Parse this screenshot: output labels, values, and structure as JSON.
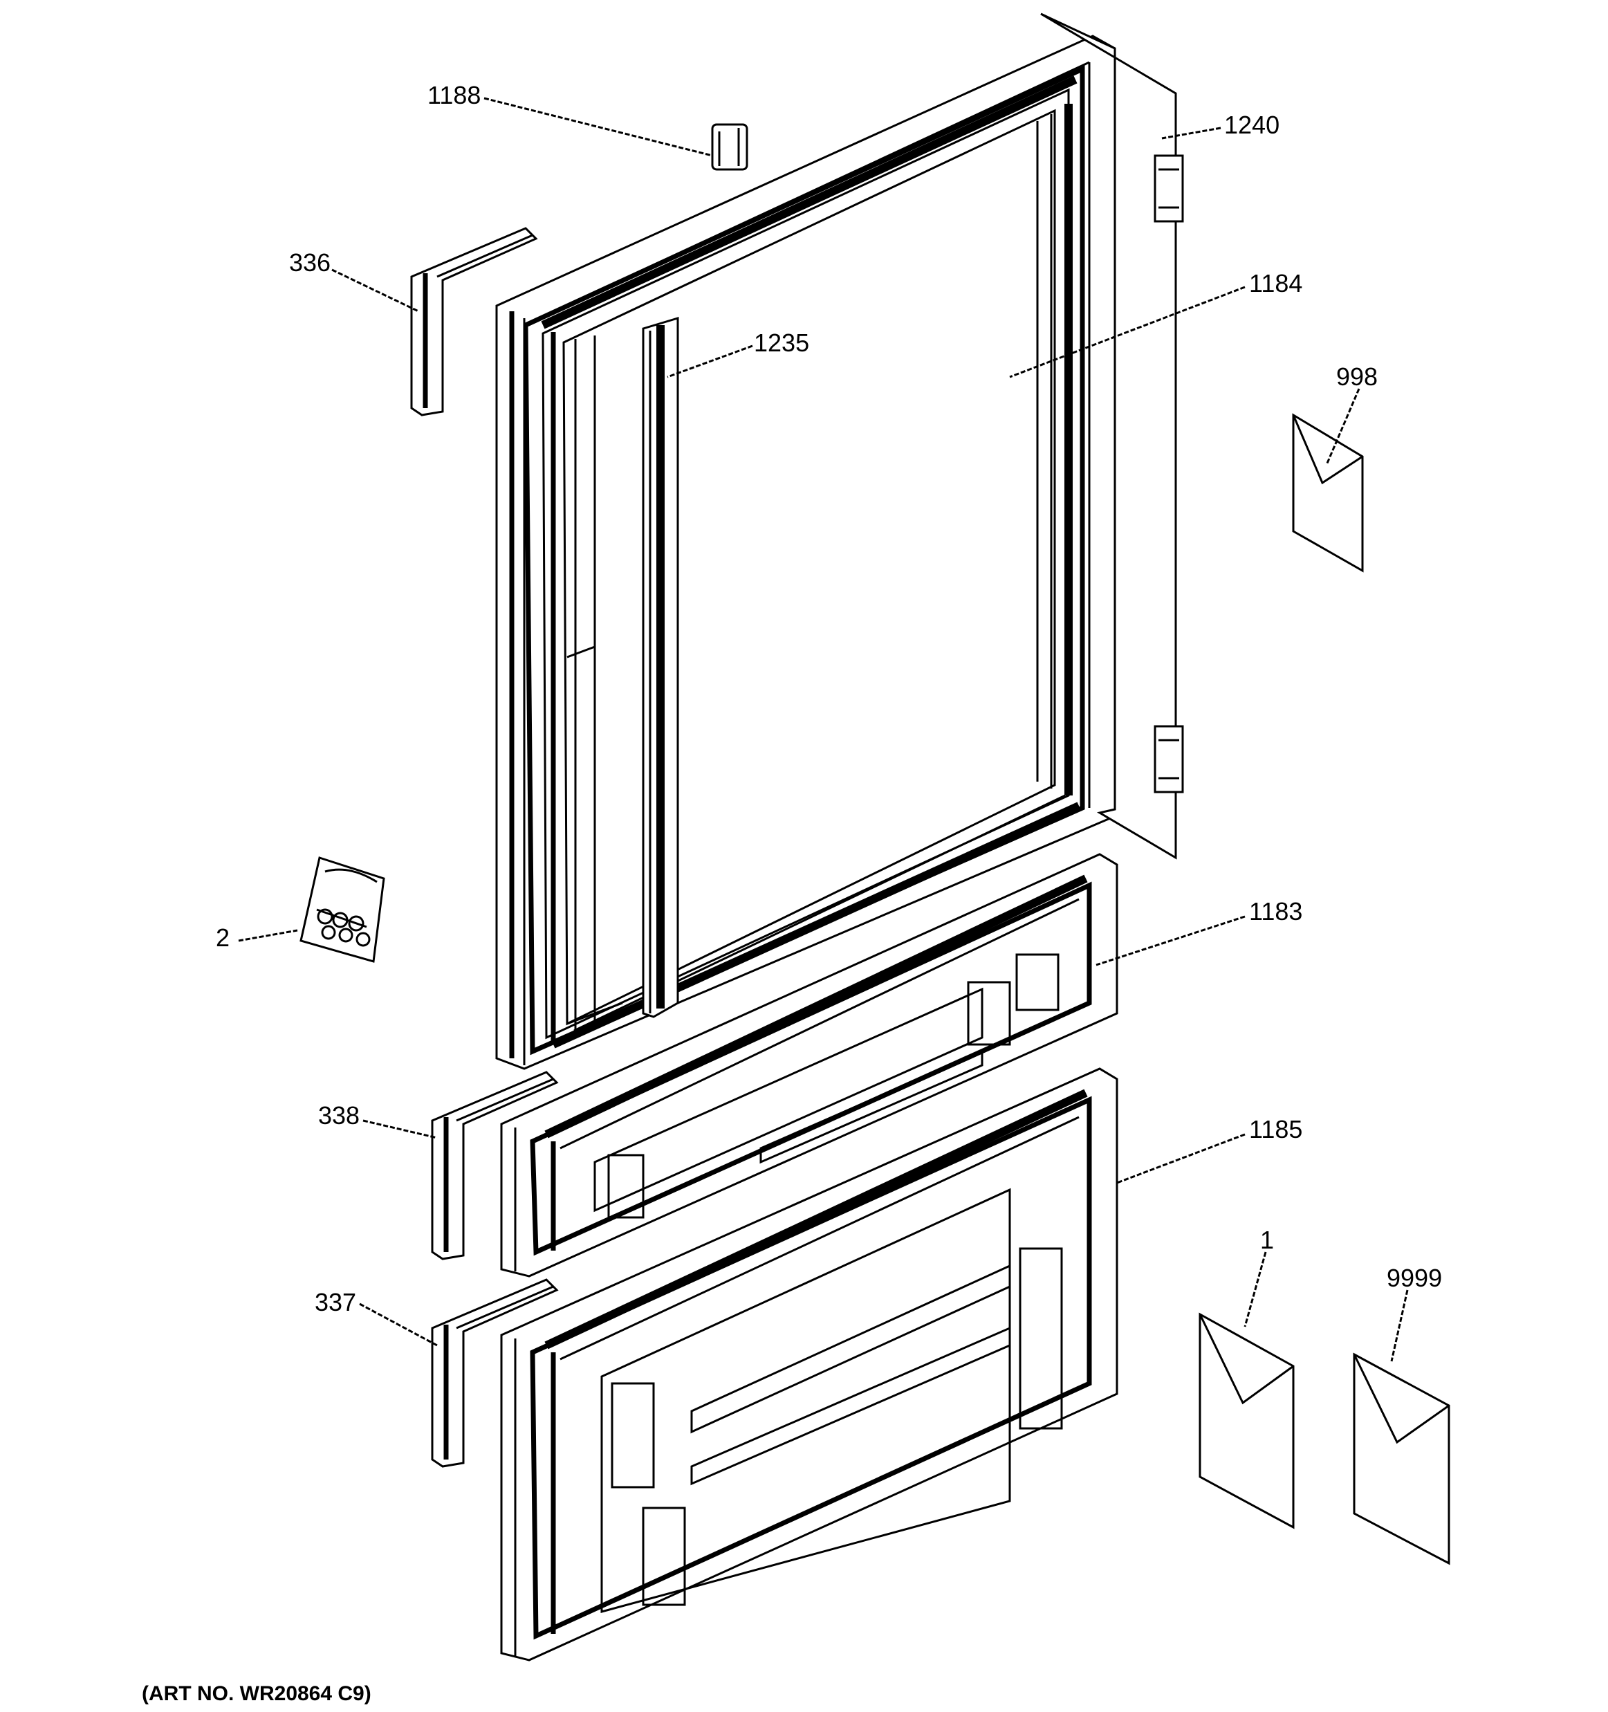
{
  "callouts": [
    {
      "id": "c1188",
      "text": "1188"
    },
    {
      "id": "c1240",
      "text": "1240"
    },
    {
      "id": "c336",
      "text": "336"
    },
    {
      "id": "c1184",
      "text": "1184"
    },
    {
      "id": "c1235",
      "text": "1235"
    },
    {
      "id": "c998",
      "text": "998"
    },
    {
      "id": "c2",
      "text": "2"
    },
    {
      "id": "c1183",
      "text": "1183"
    },
    {
      "id": "c338",
      "text": "338"
    },
    {
      "id": "c1185",
      "text": "1185"
    },
    {
      "id": "c1",
      "text": "1"
    },
    {
      "id": "c9999",
      "text": "9999"
    },
    {
      "id": "c337",
      "text": "337"
    }
  ],
  "art_number": "(ART NO. WR20864 C9)"
}
